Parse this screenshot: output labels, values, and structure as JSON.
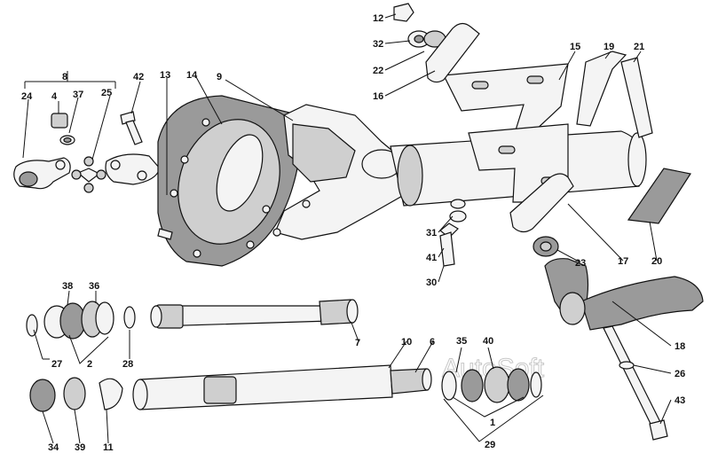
{
  "watermark": "AutoSoft",
  "labels": {
    "l1": "1",
    "l2": "2",
    "l4": "4",
    "l6": "6",
    "l7": "7",
    "l8": "8",
    "l9": "9",
    "l10": "10",
    "l11": "11",
    "l12": "12",
    "l13": "13",
    "l14": "14",
    "l15": "15",
    "l16": "16",
    "l17": "17",
    "l18": "18",
    "l19": "19",
    "l20": "20",
    "l21": "21",
    "l22": "22",
    "l23": "23",
    "l24": "24",
    "l25": "25",
    "l26": "26",
    "l27": "27",
    "l28": "28",
    "l29": "29",
    "l30": "30",
    "l31": "31",
    "l32": "32",
    "l34": "34",
    "l35": "35",
    "l36": "36",
    "l37": "37",
    "l38": "38",
    "l39": "39",
    "l40": "40",
    "l41": "41",
    "l42": "42",
    "l43": "43"
  },
  "colors": {
    "ink": "#111111",
    "paper": "#ffffff",
    "shade": "#9a9a9a"
  }
}
